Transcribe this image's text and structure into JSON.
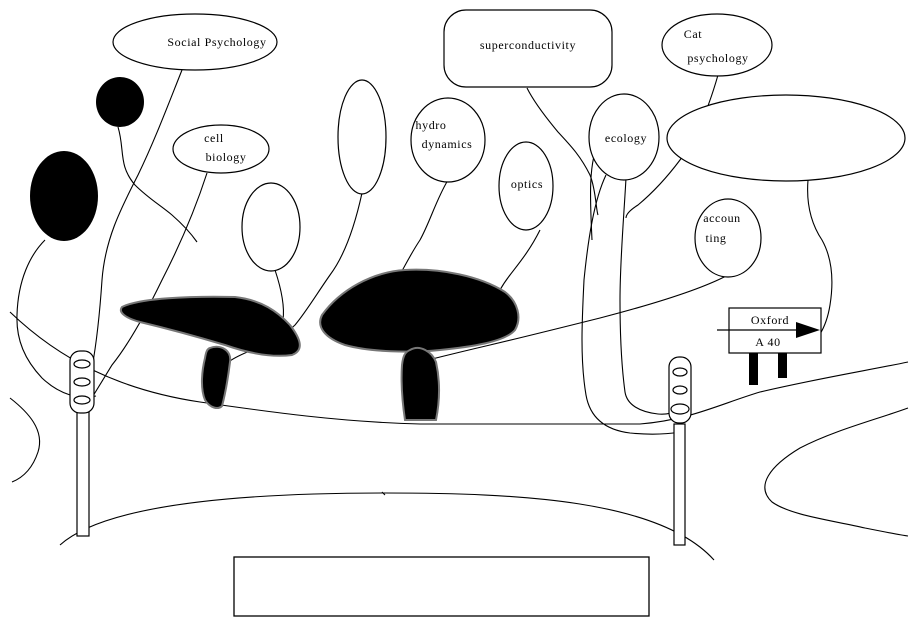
{
  "bubbles": {
    "social_psychology": "Social Psychology",
    "cell_biology_1": "cell",
    "cell_biology_2": "biology",
    "superconductivity": "superconductivity",
    "hydro_1": "hydro",
    "hydro_2": "dynamics",
    "optics": "optics",
    "ecology": "ecology",
    "cat_1": "Cat",
    "cat_2": "psychology",
    "accounting_1": "accoun",
    "accounting_2": "ting"
  },
  "signpost": {
    "destination": "Oxford",
    "road": "A 40"
  },
  "colors": {
    "ink": "#000000",
    "mushroom_outline": "#777777",
    "background": "#ffffff"
  }
}
